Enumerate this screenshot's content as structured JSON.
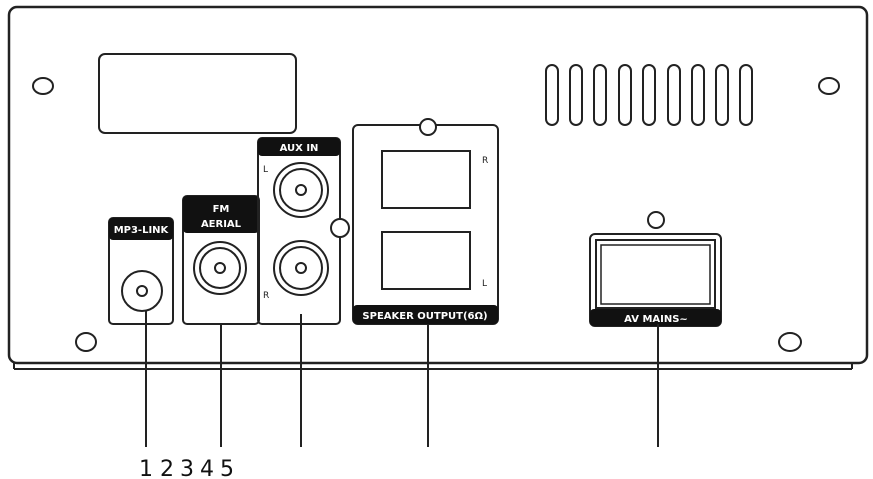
{
  "panel": {
    "mp3_label": "MP3-LINK",
    "fm_label_line1": "FM",
    "fm_label_line2": "AERIAL",
    "aux_label": "AUX IN",
    "aux_l": "L",
    "aux_r": "R",
    "speaker_r": "R",
    "speaker_l": "L",
    "speaker_label": "SPEAKER OUTPUT(6Ω)",
    "mains_label": "AV MAINS~"
  },
  "callouts": {
    "n1": "1",
    "n2": "2",
    "n3": "3",
    "n4": "4",
    "n5": "5"
  }
}
